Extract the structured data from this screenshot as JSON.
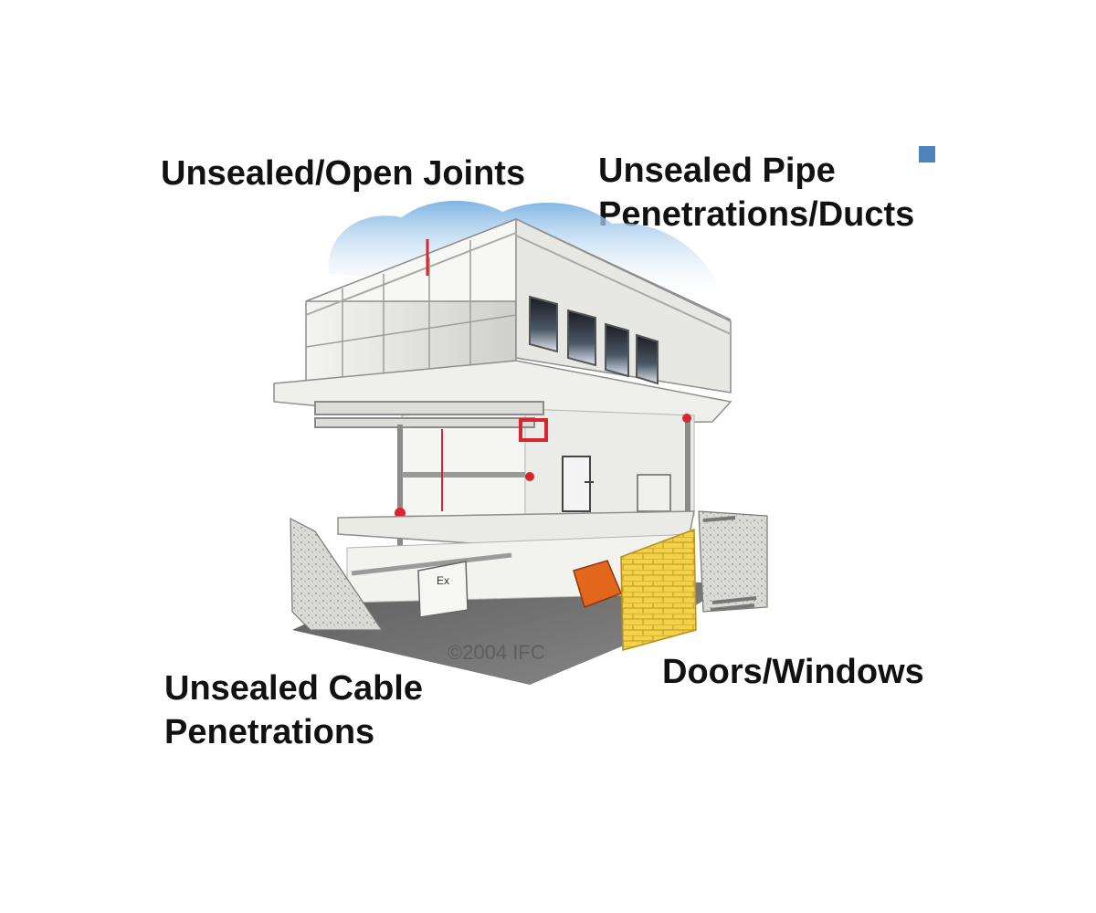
{
  "labels": {
    "open_joints": "Unsealed/Open Joints",
    "pipe_line1": "Unsealed Pipe",
    "pipe_line2": "Penetrations/Ducts",
    "cable_line1": "Unsealed Cable",
    "cable_line2": "Penetrations",
    "doors_windows": "Doors/Windows"
  },
  "illustration": {
    "watermark": "©2004 IFC",
    "panel_sign": "Ex"
  },
  "colors": {
    "marker": "#4f81bd",
    "seal_red": "#d7262e",
    "brick": "#f2d24a",
    "sky": "#a9cdeb"
  }
}
